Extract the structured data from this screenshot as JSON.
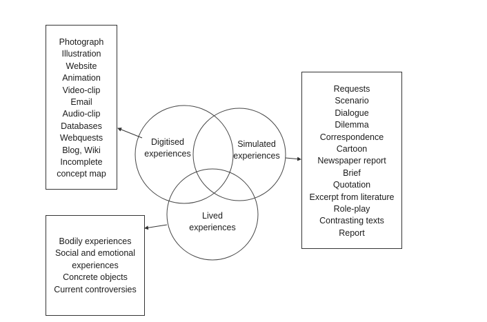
{
  "circles": {
    "digitised": "Digitised\nexperiences",
    "simulated": "Simulated\nexperiences",
    "lived": "Lived\nexperiences"
  },
  "circle_labels": {
    "digitised": [
      "Digitised",
      "experiences"
    ],
    "simulated": [
      "Simulated",
      "experiences"
    ],
    "lived": [
      "Lived",
      "experiences"
    ]
  },
  "boxes": {
    "digitised": [
      "Photograph",
      "Illustration",
      "Website",
      "Animation",
      "Video-clip",
      "Email",
      "Audio-clip",
      "Databases",
      "Webquests",
      "Blog, Wiki",
      "Incomplete",
      "concept map"
    ],
    "simulated": [
      "Requests",
      "Scenario",
      "Dialogue",
      "Dilemma",
      "Correspondence",
      "Cartoon",
      "Newspaper report",
      "Brief",
      "Quotation",
      "Excerpt from literature",
      "Role-play",
      "Contrasting texts",
      "Report"
    ],
    "lived": [
      "Bodily experiences",
      "Social and emotional",
      "experiences",
      "Concrete objects",
      "Current controversies"
    ]
  }
}
